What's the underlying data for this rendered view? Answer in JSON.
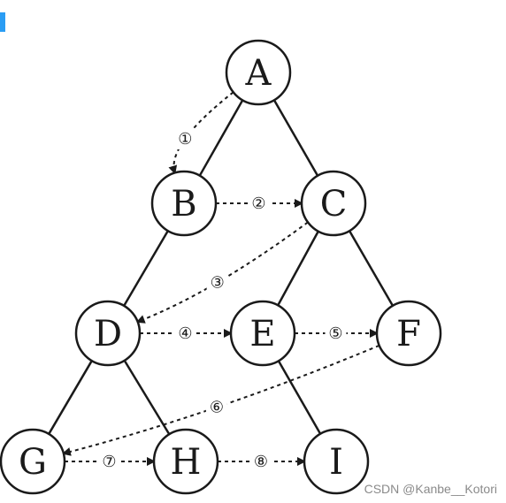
{
  "nodes": [
    {
      "id": "A",
      "label": "A"
    },
    {
      "id": "B",
      "label": "B"
    },
    {
      "id": "C",
      "label": "C"
    },
    {
      "id": "D",
      "label": "D"
    },
    {
      "id": "E",
      "label": "E"
    },
    {
      "id": "F",
      "label": "F"
    },
    {
      "id": "G",
      "label": "G"
    },
    {
      "id": "H",
      "label": "H"
    },
    {
      "id": "I",
      "label": "I"
    }
  ],
  "edges": [
    {
      "from": "A",
      "to": "B"
    },
    {
      "from": "A",
      "to": "C"
    },
    {
      "from": "B",
      "to": "D"
    },
    {
      "from": "C",
      "to": "E"
    },
    {
      "from": "C",
      "to": "F"
    },
    {
      "from": "D",
      "to": "G"
    },
    {
      "from": "D",
      "to": "H"
    },
    {
      "from": "E",
      "to": "I"
    }
  ],
  "traversal_steps": [
    {
      "label": "①",
      "from": "A",
      "to": "B"
    },
    {
      "label": "②",
      "from": "B",
      "to": "C"
    },
    {
      "label": "③",
      "from": "C",
      "to": "D"
    },
    {
      "label": "④",
      "from": "D",
      "to": "E"
    },
    {
      "label": "⑤",
      "from": "E",
      "to": "F"
    },
    {
      "label": "⑥",
      "from": "F",
      "to": "G"
    },
    {
      "label": "⑦",
      "from": "G",
      "to": "H"
    },
    {
      "label": "⑧",
      "from": "H",
      "to": "I"
    }
  ],
  "watermark": "CSDN @Kanbe__Kotori",
  "colors": {
    "line": "#1a1a1a",
    "node_fill": "#ffffff",
    "background": "#ffffff",
    "watermark": "#8a8a8a",
    "corner_mark": "#2a9df4"
  }
}
